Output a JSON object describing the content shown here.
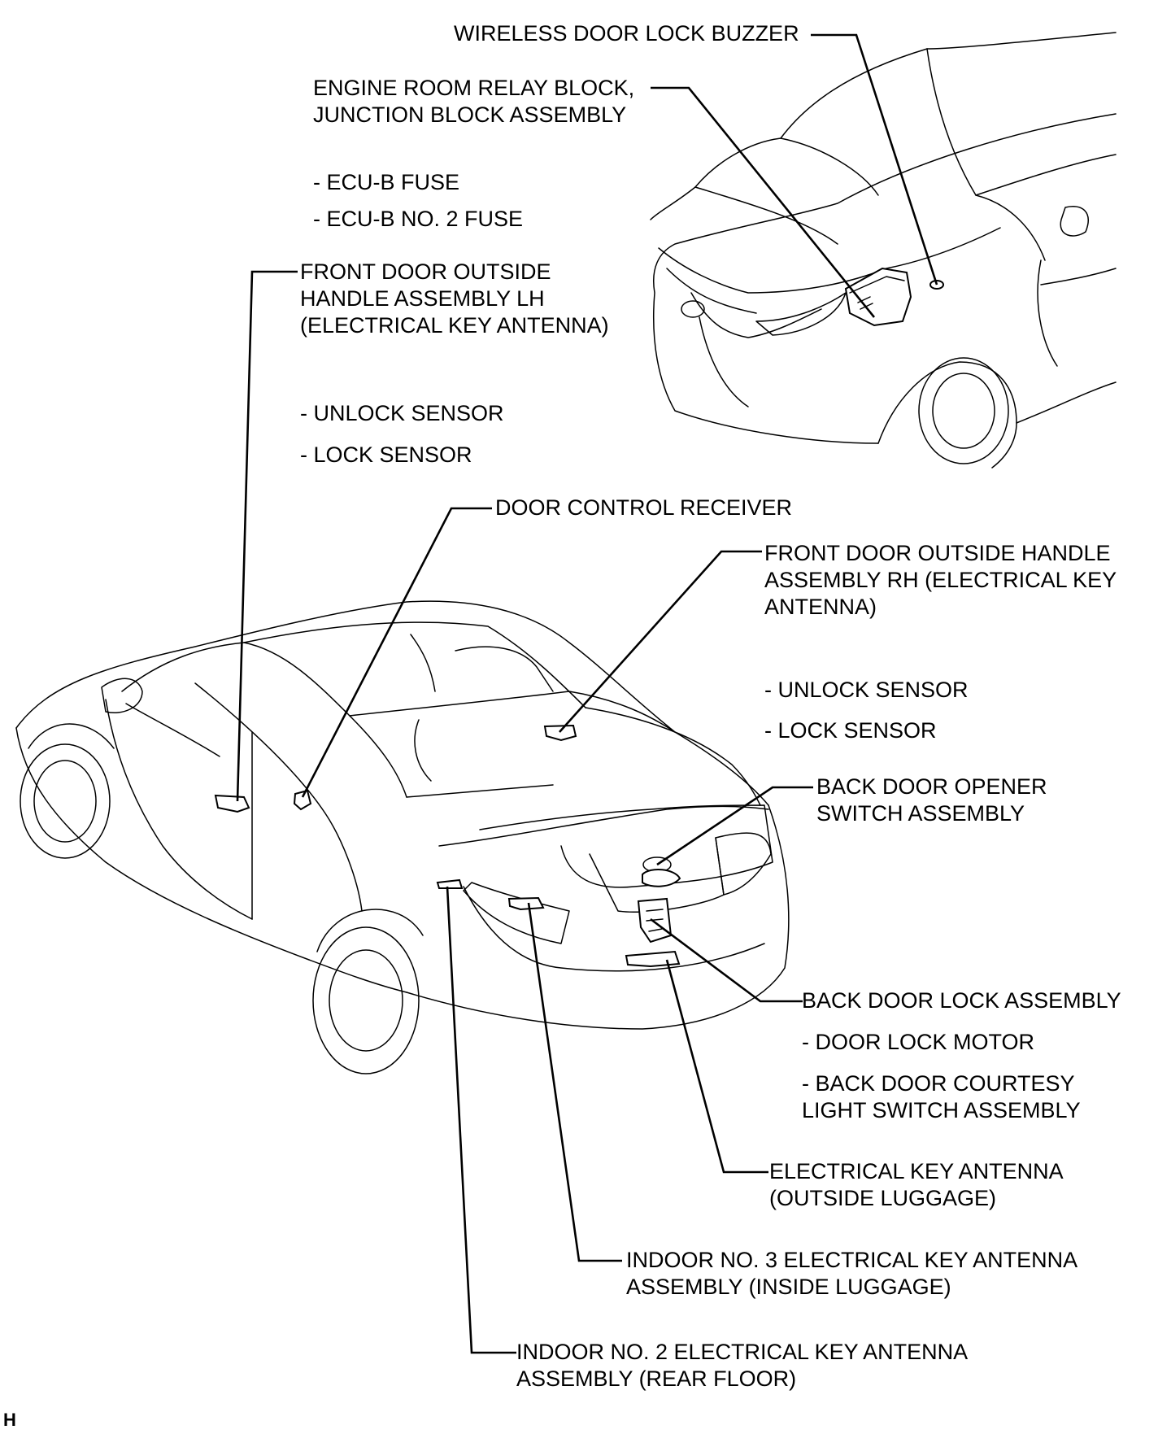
{
  "figure_id": "H",
  "labels": {
    "buzzer": [
      "WIRELESS DOOR LOCK BUZZER"
    ],
    "relay_block": [
      "ENGINE ROOM RELAY BLOCK,",
      "JUNCTION BLOCK ASSEMBLY"
    ],
    "relay_subs": [
      "- ECU-B FUSE",
      "- ECU-B NO. 2 FUSE"
    ],
    "handle_lh": [
      "FRONT DOOR OUTSIDE",
      "HANDLE ASSEMBLY LH",
      "(ELECTRICAL KEY ANTENNA)"
    ],
    "handle_lh_subs": [
      "- UNLOCK SENSOR",
      "- LOCK SENSOR"
    ],
    "receiver": [
      "DOOR CONTROL RECEIVER"
    ],
    "handle_rh": [
      "FRONT DOOR OUTSIDE HANDLE",
      "ASSEMBLY RH (ELECTRICAL KEY",
      "ANTENNA)"
    ],
    "handle_rh_subs": [
      "- UNLOCK SENSOR",
      "- LOCK SENSOR"
    ],
    "opener": [
      "BACK DOOR OPENER",
      "SWITCH ASSEMBLY"
    ],
    "back_lock": [
      "BACK DOOR LOCK ASSEMBLY"
    ],
    "back_lock_subs": [
      "- DOOR LOCK MOTOR",
      "- BACK DOOR COURTESY",
      "LIGHT SWITCH ASSEMBLY"
    ],
    "outside_luggage": [
      "ELECTRICAL KEY ANTENNA",
      "(OUTSIDE LUGGAGE)"
    ],
    "inside_luggage": [
      "INDOOR NO. 3 ELECTRICAL KEY ANTENNA",
      "ASSEMBLY (INSIDE LUGGAGE)"
    ],
    "rear_floor": [
      "INDOOR NO. 2 ELECTRICAL KEY ANTENNA",
      "ASSEMBLY (REAR FLOOR)"
    ]
  }
}
